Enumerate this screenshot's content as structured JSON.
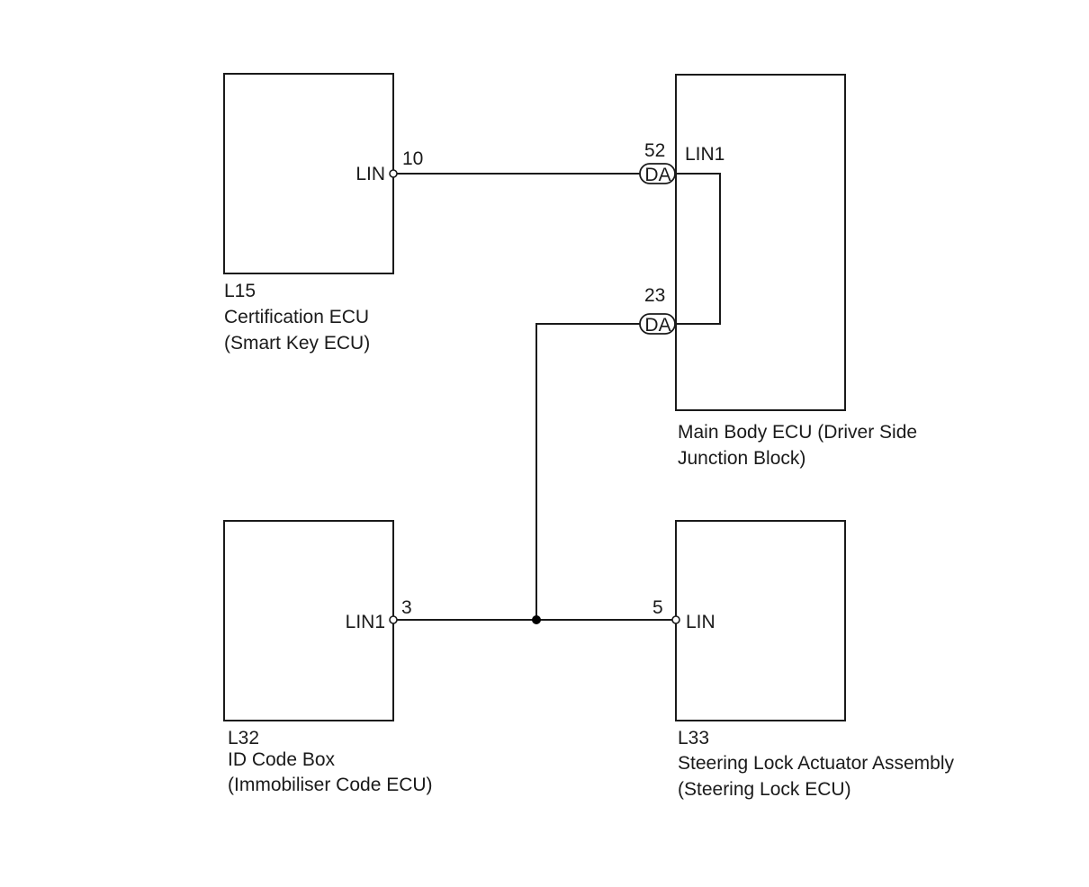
{
  "components": {
    "cert_ecu": {
      "code": "L15",
      "name_line1": "Certification ECU",
      "name_line2": "(Smart Key ECU)",
      "pin_label": "LIN",
      "pin_number": "10"
    },
    "main_body_ecu": {
      "name_line1": "Main Body ECU (Driver Side",
      "name_line2": "Junction Block)",
      "pin_label": "LIN1",
      "connector_top": {
        "pin_number": "52",
        "connector": "DA"
      },
      "connector_bottom": {
        "pin_number": "23",
        "connector": "DA"
      }
    },
    "id_code_box": {
      "code": "L32",
      "name_line1": "ID Code Box",
      "name_line2": "(Immobiliser Code ECU)",
      "pin_label": "LIN1",
      "pin_number": "3"
    },
    "steering_lock": {
      "code": "L33",
      "name_line1": "Steering Lock Actuator Assembly",
      "name_line2": "(Steering Lock ECU)",
      "pin_label": "LIN",
      "pin_number": "5"
    }
  },
  "colors": {
    "line": "#1a1a1a",
    "background": "#ffffff"
  }
}
